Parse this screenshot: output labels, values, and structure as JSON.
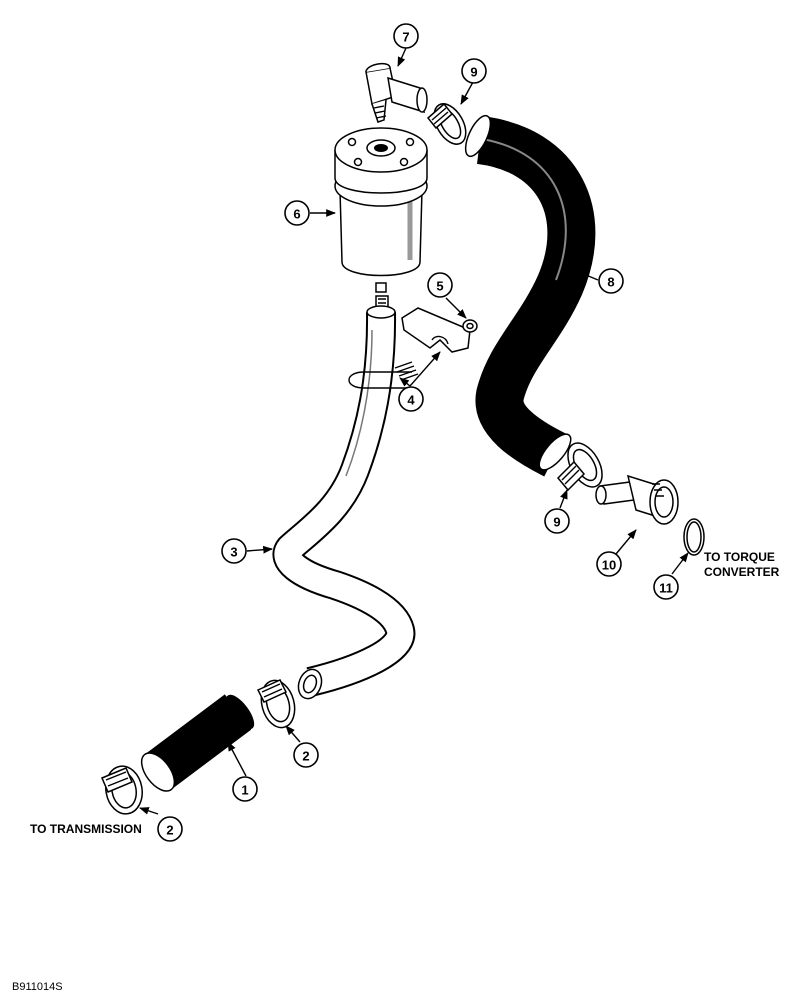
{
  "callouts": [
    "7",
    "9",
    "6",
    "5",
    "8",
    "4",
    "3",
    "9",
    "10",
    "11",
    "2",
    "1",
    "2"
  ],
  "labels": {
    "to_torque_line1": "TO TORQUE",
    "to_torque_line2": "CONVERTER",
    "to_transmission": "TO TRANSMISSION"
  },
  "figure_id": "B911014S"
}
